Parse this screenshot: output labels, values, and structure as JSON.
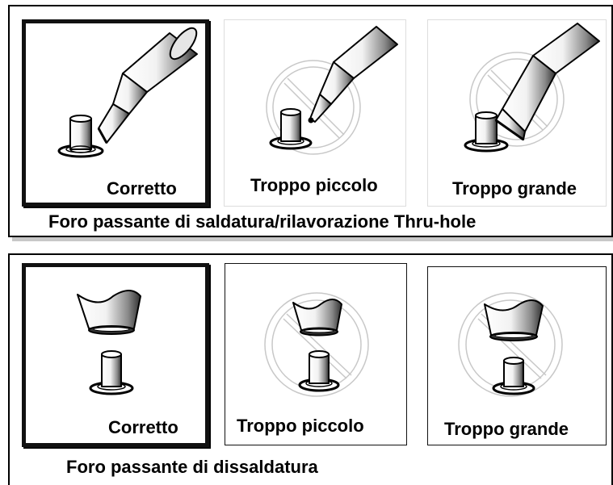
{
  "soldering_section": {
    "caption": "Foro passante di saldatura/rilavorazione Thru-hole",
    "panels": [
      {
        "label": "Corretto",
        "icon": "chisel-tip-correct-icon"
      },
      {
        "label": "Troppo piccolo",
        "icon": "conical-tip-too-small-icon"
      },
      {
        "label": "Troppo grande",
        "icon": "chisel-tip-too-large-icon"
      }
    ]
  },
  "desoldering_section": {
    "caption": "Foro passante di dissaldatura",
    "panels": [
      {
        "label": "Corretto",
        "icon": "desoldering-nozzle-correct-icon"
      },
      {
        "label": "Troppo piccolo",
        "icon": "desoldering-nozzle-too-small-icon"
      },
      {
        "label": "Troppo grande",
        "icon": "desoldering-nozzle-too-large-icon"
      }
    ]
  },
  "colors": {
    "outline": "#000000",
    "prohibition": "#c8c8c8",
    "shadow": "#c8c8c8"
  }
}
